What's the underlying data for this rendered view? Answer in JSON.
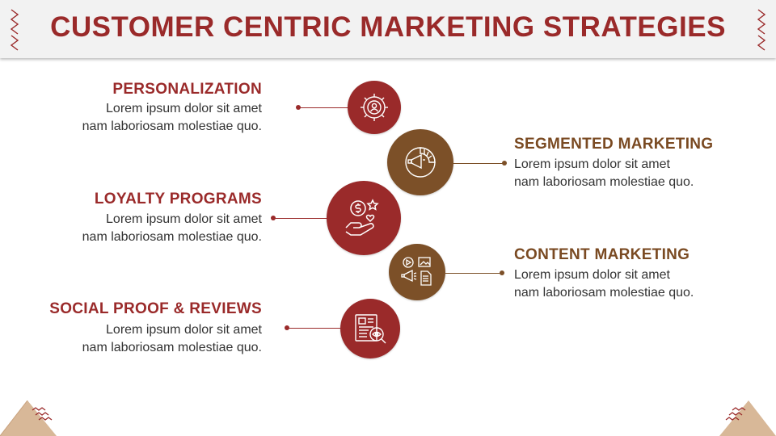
{
  "title": "CUSTOMER CENTRIC MARKETING STRATEGIES",
  "items": [
    {
      "title": "PERSONALIZATION",
      "line1": "Lorem ipsum dolor sit amet",
      "line2": "nam laboriosam molestiae quo.",
      "icon": "user-gear-icon"
    },
    {
      "title": "SEGMENTED MARKETING",
      "line1": "Lorem ipsum dolor sit amet",
      "line2": "nam laboriosam molestiae quo.",
      "icon": "megaphone-chart-icon"
    },
    {
      "title": "LOYALTY PROGRAMS",
      "line1": "Lorem ipsum dolor sit amet",
      "line2": "nam laboriosam molestiae quo.",
      "icon": "hand-dollar-icon"
    },
    {
      "title": "CONTENT MARKETING",
      "line1": "Lorem ipsum dolor sit amet",
      "line2": "nam laboriosam molestiae quo.",
      "icon": "media-megaphone-icon"
    },
    {
      "title": "SOCIAL PROOF & REVIEWS",
      "line1": "Lorem ipsum dolor sit amet",
      "line2": "nam laboriosam molestiae quo.",
      "icon": "review-search-icon"
    }
  ],
  "colors": {
    "red": "#9a2a2a",
    "brown": "#7c5028",
    "tan": "#d8b898"
  }
}
